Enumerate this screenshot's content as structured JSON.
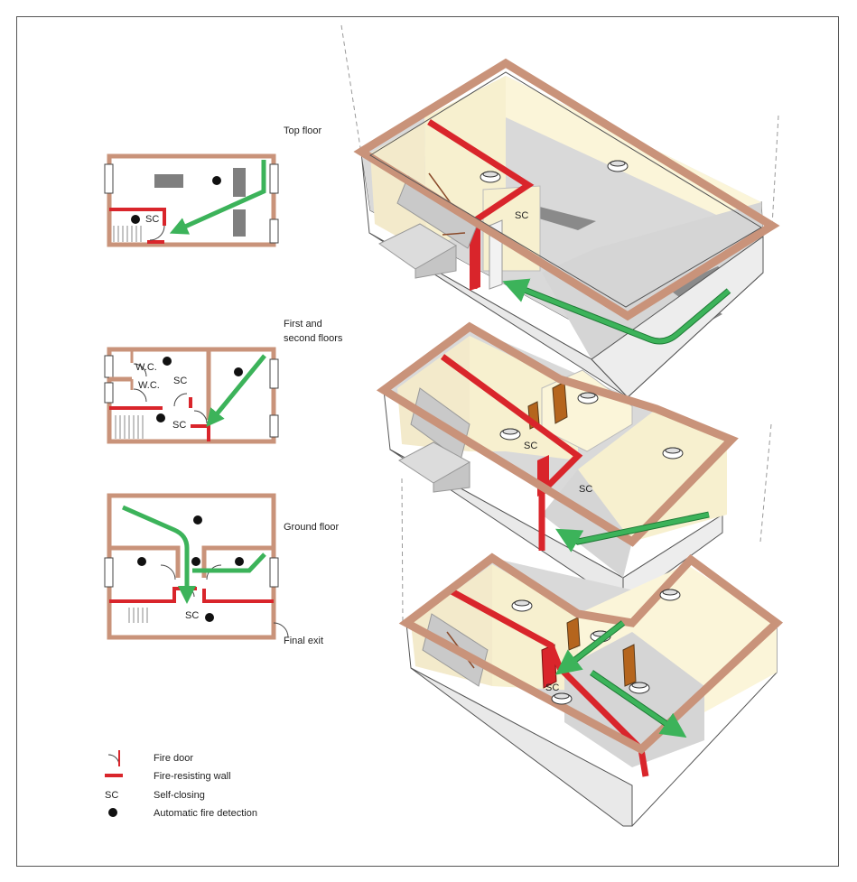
{
  "floor_labels": {
    "top": "Top floor",
    "first_second_line1": "First and",
    "first_second_line2": "second floors",
    "ground": "Ground floor",
    "final_exit": "Final exit"
  },
  "plan_labels": {
    "sc": "SC",
    "wc": "W.C."
  },
  "legend": {
    "fire_door": "Fire door",
    "fire_wall": "Fire-resisting wall",
    "sc_symbol": "SC",
    "self_closing": "Self-closing",
    "detection": "Automatic fire detection"
  },
  "colors": {
    "wall": "#c9937a",
    "fire_wall": "#d9252b",
    "arrow": "#3cb35a",
    "floor_fill": "#d9d9d9",
    "wall_fill": "#f7f0cf",
    "furniture": "#7f7f7f",
    "door": "#b5651d"
  }
}
